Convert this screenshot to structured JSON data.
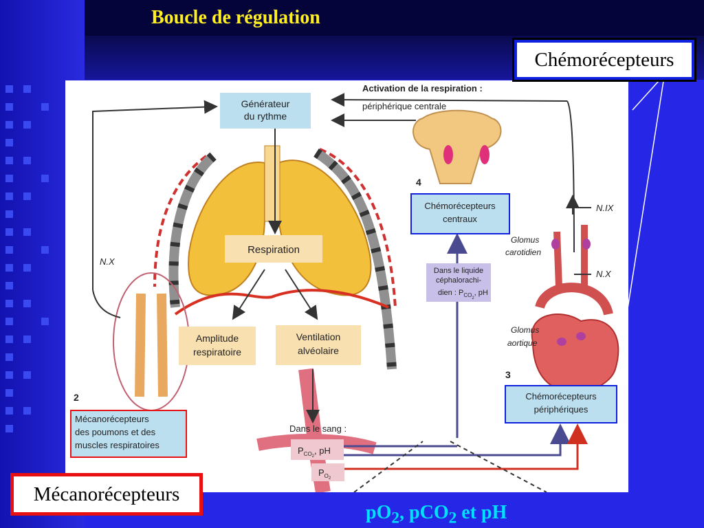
{
  "slide": {
    "title": "Boucle de régulation",
    "callout_chemo": "Chémorécepteurs",
    "callout_meca": "Mécanorécepteurs",
    "caption_po2": "pO",
    "caption_sub1": "2",
    "caption_mid": ", pCO",
    "caption_sub2": "2",
    "caption_end": " et pH"
  },
  "diagram": {
    "header": "Activation de la respiration :",
    "subheader": "périphérique centrale",
    "generator_l1": "Générateur",
    "generator_l2": "du rythme",
    "respiration": "Respiration",
    "amplitude_l1": "Amplitude",
    "amplitude_l2": "respiratoire",
    "ventilation_l1": "Ventilation",
    "ventilation_l2": "alvéolaire",
    "central_l1": "Chémorécepteurs",
    "central_l2": "centraux",
    "csf_l1": "Dans le liquide",
    "csf_l2": "céphalorachi-",
    "csf_l3": "dien : P",
    "csf_sub": "CO",
    "csf_tail": ", pH",
    "peripheral_l1": "Chémorécepteurs",
    "peripheral_l2": "périphériques",
    "mechano_l1": "Mécanorécepteurs",
    "mechano_l2": "des poumons et des",
    "mechano_l3": "muscles respiratoires",
    "blood": "Dans le sang :",
    "pco2": "P",
    "pco2_sub": "CO",
    "pco2_tail": ", pH",
    "po2": "P",
    "po2_sub": "O",
    "nx_left": "N.X",
    "nix": "N.IX",
    "nx_right": "N.X",
    "glomus_car_l1": "Glomus",
    "glomus_car_l2": "carotidien",
    "glomus_aor_l1": "Glomus",
    "glomus_aor_l2": "aortique",
    "num2": "2",
    "num3": "3",
    "num4": "4"
  },
  "colors": {
    "background": "#2626e6",
    "title": "#ffee22",
    "caption": "#00e0ff",
    "label_box": "#bcdff0",
    "tan_box": "#f8e0b0",
    "blue_border": "#1020e0",
    "red_border": "#e81010"
  }
}
